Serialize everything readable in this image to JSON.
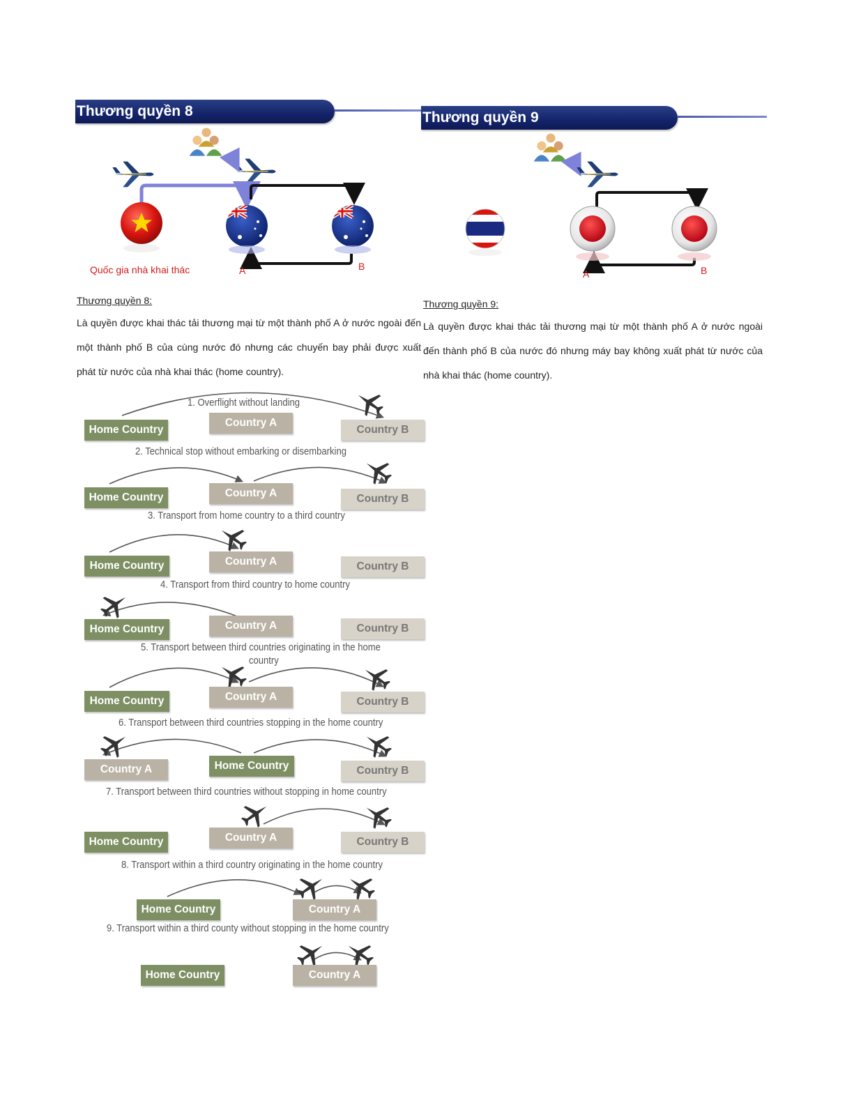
{
  "left_panel": {
    "banner_title": "Thương quyền 8",
    "home_label": "Quốc gia nhà khai thác",
    "point_a": "A",
    "point_b": "B",
    "heading": "Thương quyền 8:",
    "paragraph": "Là quyền được khai thác tải thương mại từ một thành phố A ở nước ngoài đến một thành phố B của cùng nước đó nhưng các chuyến bay phải được xuất phát từ nước của nhà khai thác (home country)."
  },
  "right_panel": {
    "banner_title": "Thương quyền 9",
    "point_a": "A",
    "point_b": "B",
    "heading": "Thương quyền 9:",
    "paragraph": "Là quyền được khai thác tải thương mại từ một thành phố A ở nước ngoài đến thành phố B của nước đó nhưng máy bay không xuất phát từ nước của nhà khai thác (home country)."
  },
  "freedoms": [
    {
      "title": "1. Overflight without landing",
      "boxes": [
        "Home Country",
        "Country A",
        "Country B"
      ]
    },
    {
      "title": "2. Technical stop without embarking or disembarking",
      "boxes": [
        "Home Country",
        "Country A",
        "Country B"
      ]
    },
    {
      "title": "3. Transport from home country to a third country",
      "boxes": [
        "Home Country",
        "Country A",
        "Country B"
      ]
    },
    {
      "title": "4. Transport from third country to home country",
      "boxes": [
        "Home Country",
        "Country A",
        "Country B"
      ]
    },
    {
      "title": "5. Transport between third countries originating in the home",
      "title2": "country",
      "boxes": [
        "Home Country",
        "Country A",
        "Country B"
      ]
    },
    {
      "title": "6. Transport between third countries stopping in the home country",
      "boxes": [
        "Country A",
        "Home Country",
        "Country B"
      ]
    },
    {
      "title": "7. Transport between third countries without stopping in home country",
      "boxes": [
        "Home Country",
        "Country A",
        "Country B"
      ]
    },
    {
      "title": "8. Transport within a third country originating in the home country",
      "boxes": [
        "Home Country",
        "Country A"
      ]
    },
    {
      "title": "9. Transport within a third county without stopping in the home country",
      "boxes": [
        "Home Country",
        "Country A"
      ]
    }
  ],
  "colors": {
    "banner": "#14246a",
    "home_box": "#7d8f63",
    "country_box": "#bab3a5",
    "label_red": "#d21c1c"
  }
}
